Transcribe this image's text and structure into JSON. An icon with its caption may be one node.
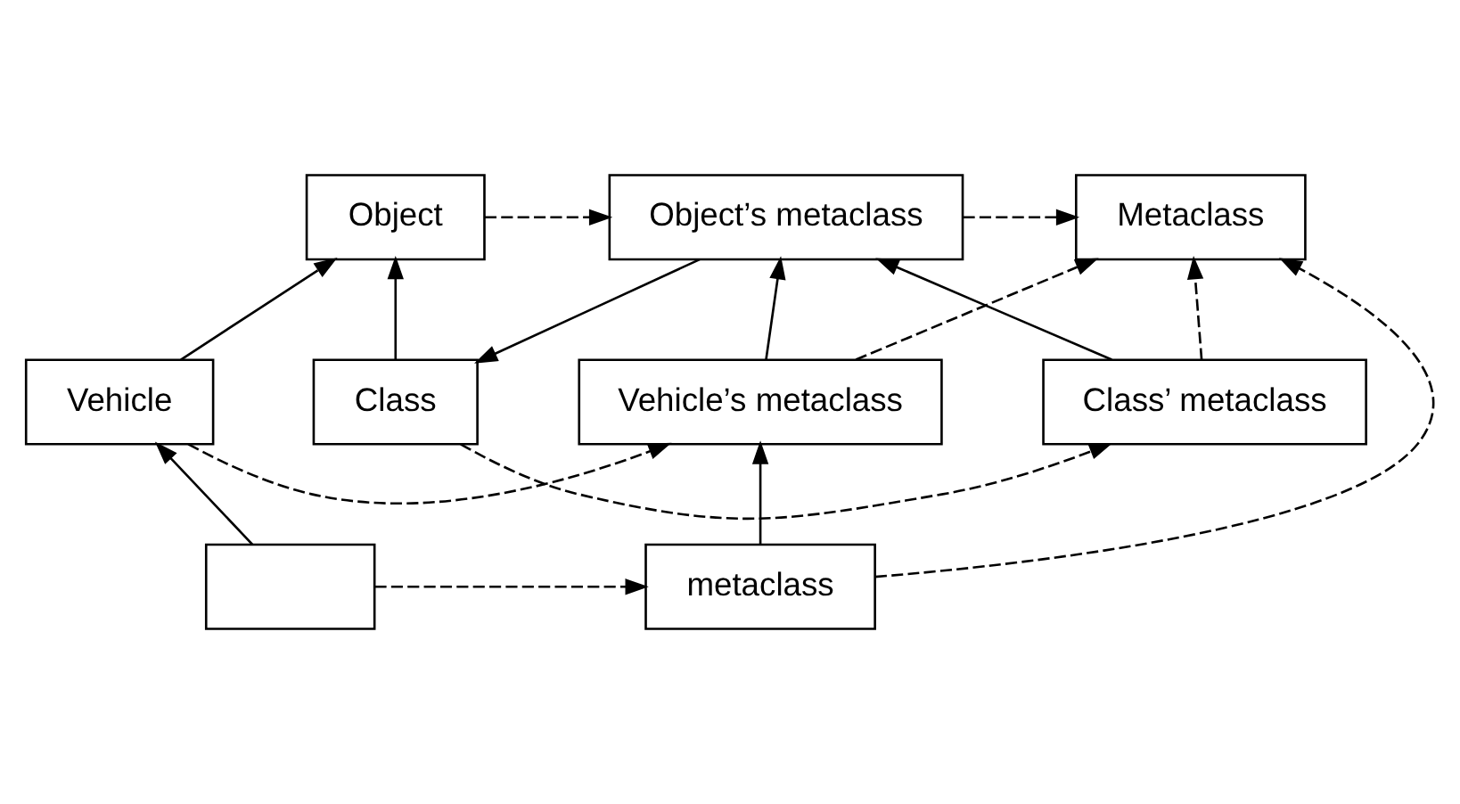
{
  "diagram": {
    "nodes": [
      {
        "text": [
          "Object"
        ]
      },
      {
        "text": [
          "Object’s metaclass"
        ]
      },
      {
        "text": [
          "Metaclass"
        ]
      },
      {
        "text": [
          "Class"
        ]
      },
      {
        "text": [
          "Class’ metaclass"
        ]
      },
      {
        "text": [
          "Vehicle"
        ]
      },
      {
        "text": [
          "Vehicle’s metaclass"
        ]
      },
      {
        "text": [],
        "shape": "box"
      },
      {
        "text": [
          "metaclass"
        ]
      }
    ],
    "edges": [
      {
        "from": 0,
        "to": 1,
        "arrow": "to",
        "style": "dashed"
      },
      {
        "from": 1,
        "to": 2,
        "arrow": "to",
        "style": "dashed"
      },
      {
        "from": 3,
        "to": 0,
        "arrow": "to"
      },
      {
        "from": 1,
        "to": 3,
        "arrow": "to"
      },
      {
        "from": 4,
        "to": 1,
        "arrow": "to"
      },
      {
        "from": 3,
        "to": 4,
        "arrow": "to",
        "style": "dashed"
      },
      {
        "from": 4,
        "to": 2,
        "arrow": "to",
        "style": "dashed"
      },
      {
        "from": 5,
        "to": 0,
        "arrow": "to"
      },
      {
        "from": 5,
        "to": 6,
        "arrow": "to",
        "style": "dashed"
      },
      {
        "from": 6,
        "to": 1,
        "arrow": "to"
      },
      {
        "from": 6,
        "to": 2,
        "arrow": "to",
        "style": "dashed"
      },
      {
        "from": 7,
        "to": 5,
        "arrow": "to"
      },
      {
        "from": 7,
        "to": 8,
        "arrow": "to",
        "style": "dashed"
      },
      {
        "from": 8,
        "to": 6,
        "arrow": "to"
      },
      {
        "from": 8,
        "to": 2,
        "arrow": "to",
        "style": "dashed"
      }
    ]
  }
}
